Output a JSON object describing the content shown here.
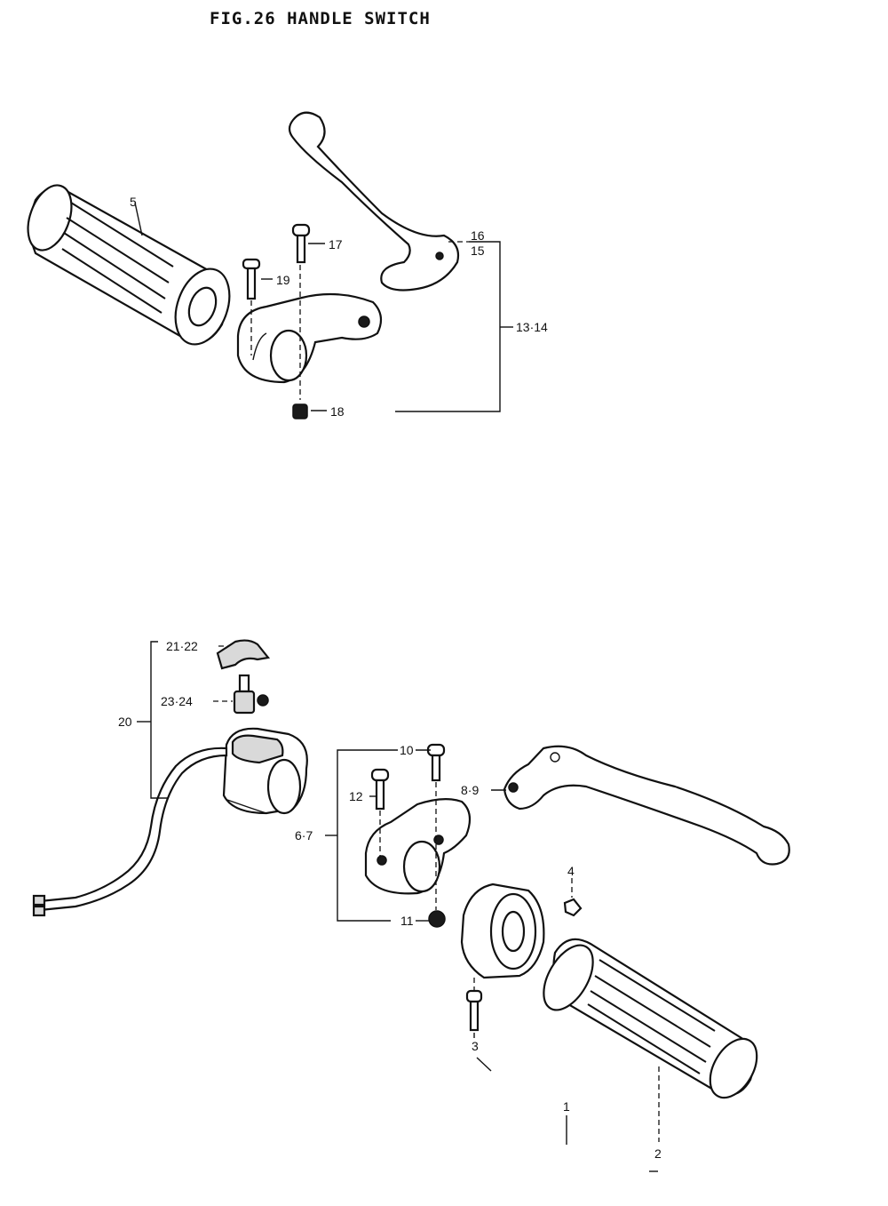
{
  "figure": {
    "title": "FIG.26  HANDLE SWITCH"
  },
  "callouts": {
    "c5": "5",
    "c17": "17",
    "c19": "19",
    "c16": "16",
    "c15": "15",
    "c13_14": "13·14",
    "c18": "18",
    "c21_22": "21·22",
    "c23_24": "23·24",
    "c20": "20",
    "c10": "10",
    "c12": "12",
    "c8_9": "8·9",
    "c6_7": "6·7",
    "c11": "11",
    "c4": "4",
    "c3": "3",
    "c2": "2",
    "c1": "1"
  }
}
